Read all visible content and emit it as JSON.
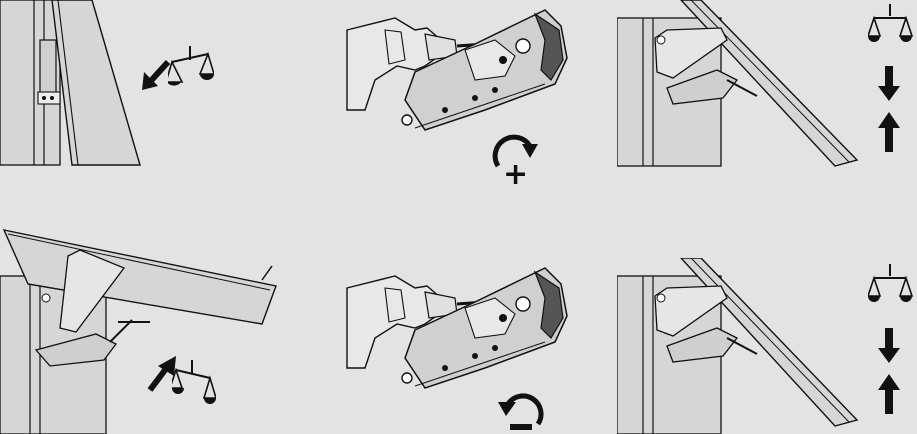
{
  "diagram": {
    "background_color": "#e3e3e3",
    "ink_color": "#111111",
    "panel_fill": "#d6d6d6",
    "metal_fill": "#cfcfcf",
    "rows": [
      {
        "row": "increase-tension",
        "steps": [
          {
            "step": "door-drooping",
            "icons": [
              "arrow-down-left-icon",
              "balance-scale-icon"
            ]
          },
          {
            "step": "adjust-screw",
            "icons": [
              "screwdriver-icon",
              "clockwise-rotate-icon",
              "plus-icon"
            ]
          },
          {
            "step": "balanced-stay",
            "icons": [
              "balance-scale-icon",
              "arrow-down-icon",
              "arrow-up-icon"
            ]
          }
        ]
      },
      {
        "row": "decrease-tension",
        "steps": [
          {
            "step": "door-rising",
            "icons": [
              "arrow-up-right-icon",
              "balance-scale-icon"
            ]
          },
          {
            "step": "adjust-screw",
            "icons": [
              "screwdriver-icon",
              "counterclockwise-rotate-icon",
              "minus-icon"
            ]
          },
          {
            "step": "balanced-stay",
            "icons": [
              "balance-scale-icon",
              "arrow-down-icon",
              "arrow-up-icon"
            ]
          }
        ]
      }
    ]
  }
}
